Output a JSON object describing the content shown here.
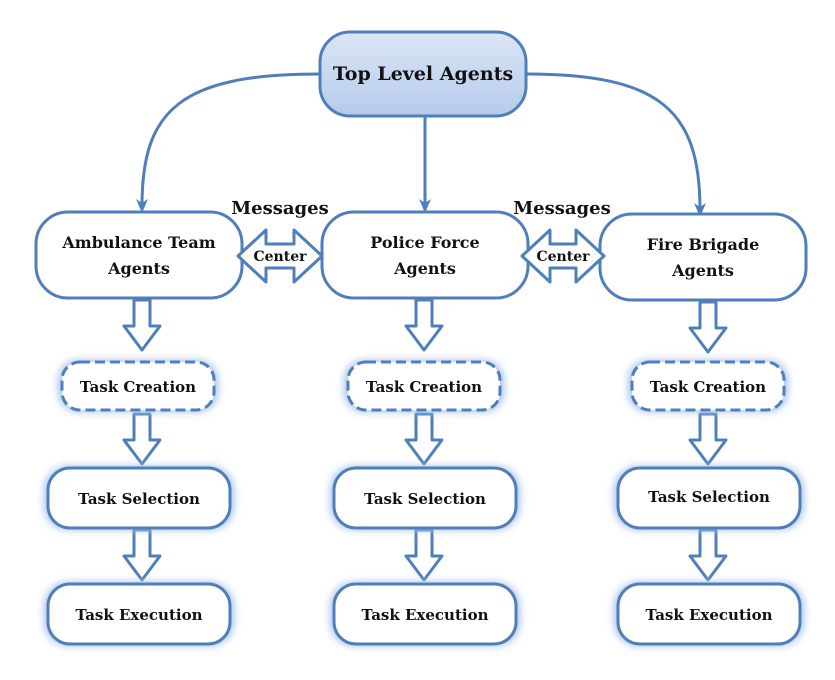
{
  "diagram": {
    "top": {
      "label": "Top Level Agents"
    },
    "agents": [
      {
        "id": "ambulance",
        "line1": "Ambulance Team",
        "line2": "Agents"
      },
      {
        "id": "police",
        "line1": "Police Force",
        "line2": "Agents"
      },
      {
        "id": "fire",
        "line1": "Fire Brigade",
        "line2": "Agents"
      }
    ],
    "messages_label": "Messages",
    "center_label": "Center",
    "tasks": {
      "creation": "Task Creation",
      "selection": "Task Selection",
      "execution": "Task Execution"
    }
  },
  "colors": {
    "stroke": "#4f7fbb",
    "top_fill": "#c5d6ee",
    "glow": "#a9c4ec",
    "text": "#111111"
  }
}
